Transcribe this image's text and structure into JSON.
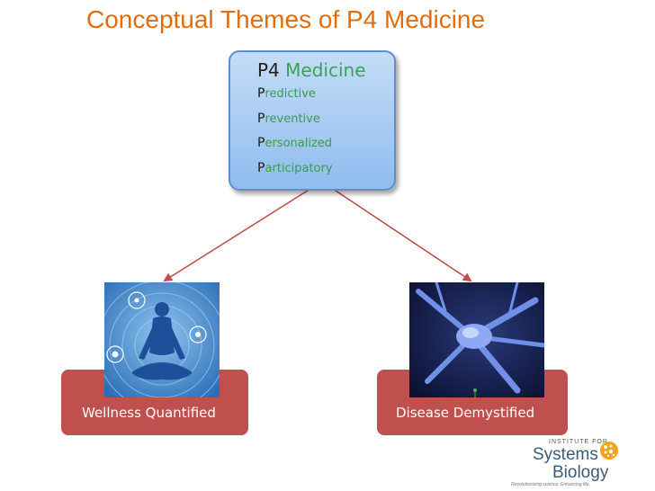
{
  "title": "Conceptual Themes of P4 Medicine",
  "center_box": {
    "p4": "P4",
    "medicine": "Medicine",
    "items": [
      {
        "cap": "P",
        "rest": "redictive"
      },
      {
        "cap": "P",
        "rest": "reventive"
      },
      {
        "cap": "P",
        "rest": "ersonalized"
      },
      {
        "cap": "P",
        "rest": "articipatory"
      }
    ]
  },
  "left_box": {
    "label": "Wellness Quantified",
    "image": "meditating-figure-illustration"
  },
  "right_box": {
    "label": "Disease Demystified",
    "image": "neuron-illustration"
  },
  "logo": {
    "institute": "INSTITUTE FOR",
    "systems": "Systems",
    "biology": "Biology",
    "tagline": "Revolutionizing science. Enhancing life.",
    "tm": "™"
  },
  "colors": {
    "title": "#e46c0a",
    "accent_green": "#39a35c",
    "box_red": "#c0504d",
    "box_blue": "#8fbcef",
    "arrow": "#c0504d"
  }
}
